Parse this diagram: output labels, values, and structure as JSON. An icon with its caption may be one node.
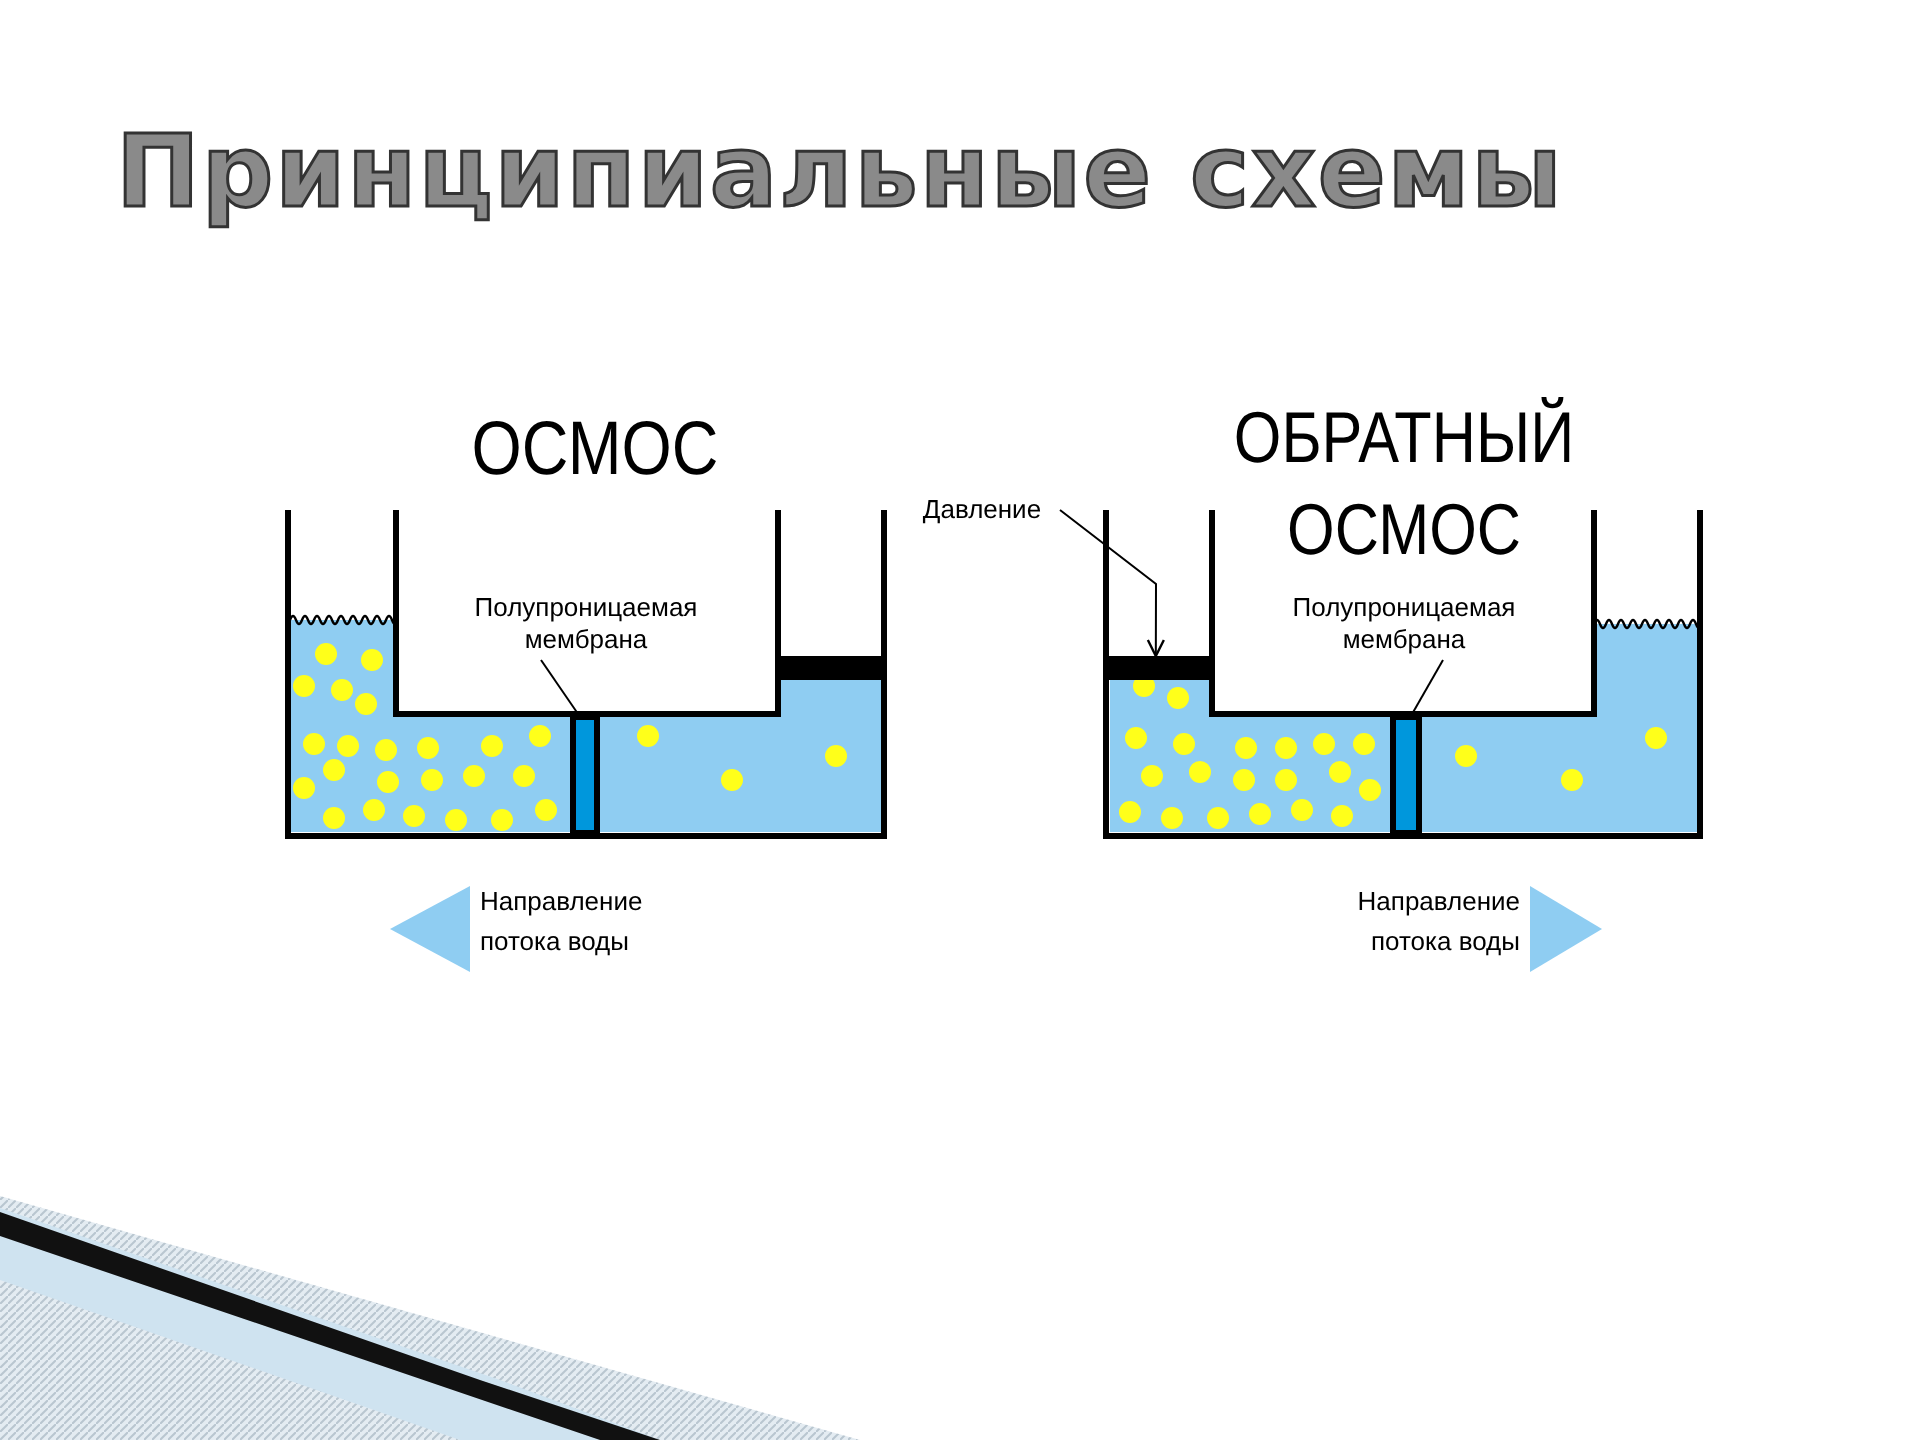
{
  "diagram": {
    "title": "Принципиальные схемы",
    "nodes": [
      {
        "text": [
          "Полупроницаемая мембрана"
        ]
      },
      {
        "text": [],
        "shape": "bar"
      },
      {
        "text": [
          "Давление"
        ]
      },
      {
        "text": [],
        "shape": "bar"
      },
      {
        "text": [
          "Полупроницаемая мембрана"
        ]
      },
      {
        "text": [],
        "shape": "bar"
      }
    ],
    "edges": [
      {
        "from": 0,
        "to": 1,
        "arrow": "none"
      },
      {
        "from": 2,
        "to": 3,
        "arrow": "to"
      },
      {
        "from": 4,
        "to": 5,
        "arrow": "none"
      }
    ],
    "labels": [
      "ОСМОС",
      "ОБРАТНЫЙ ОСМОС",
      "Направление потока воды",
      "Направление потока воды"
    ]
  }
}
